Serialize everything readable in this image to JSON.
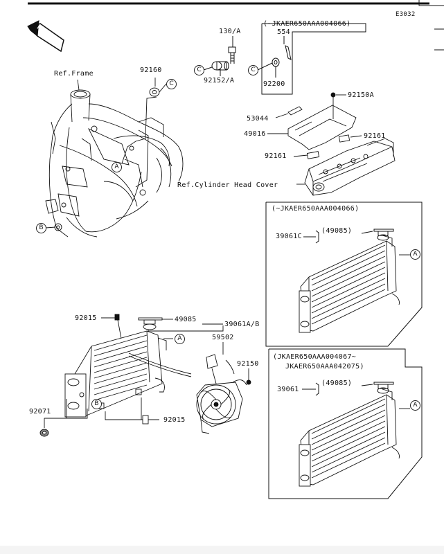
{
  "header": {
    "code": "E3032",
    "front": "FRONT"
  },
  "boxes": {
    "top": "(~JKAER650AAA004066)",
    "middle": "(~JKAER650AAA004066)",
    "bottom_line1": "(JKAER650AAA004067~",
    "bottom_line2": "JKAER650AAA042075)"
  },
  "refs": {
    "frame": "Ref.Frame",
    "cylinder_head_cover": "Ref.Cylinder Head Cover"
  },
  "parts": {
    "p130A": "130/A",
    "p554": "554",
    "p92160": "92160",
    "p92152A": "92152/A",
    "p92200": "92200",
    "p92150A": "92150A",
    "p53044": "53044",
    "p49016": "49016",
    "p92161a": "92161",
    "p92161b": "92161",
    "p39061C": "39061C",
    "p49085m": "(49085)",
    "p92015a": "92015",
    "p49085": "49085",
    "p39061AB": "39061A/B",
    "p59502": "59502",
    "p92150": "92150",
    "p92071": "92071",
    "p92015b": "92015",
    "p39061": "39061",
    "p49085b": "(49085)"
  },
  "callouts": {
    "A": "A",
    "B": "B",
    "C": "C"
  }
}
